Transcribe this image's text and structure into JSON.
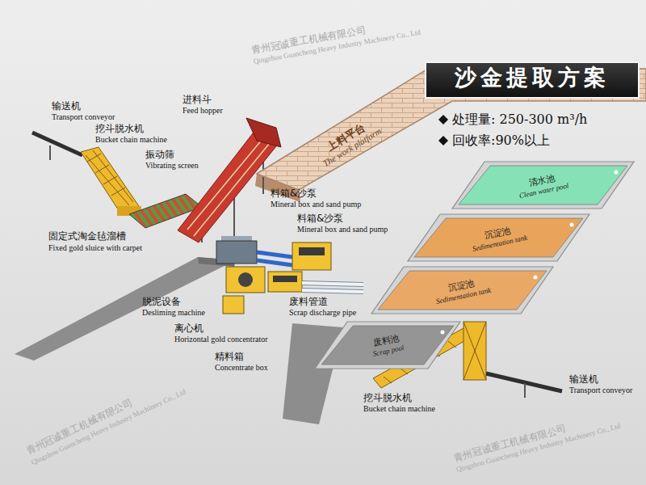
{
  "diagram": {
    "title": "沙金提取方案",
    "nodes": [
      {
        "text": [
          "上料平台",
          "The work platform"
        ]
      },
      {
        "text": [
          "清水池",
          "Clean water pool"
        ]
      },
      {
        "text": [
          "沉淀池",
          "Sedimentation tank"
        ]
      },
      {
        "text": [
          "沉淀池",
          "Sedimentation tank"
        ]
      },
      {
        "text": [
          "废料池",
          "Scrap pool"
        ]
      }
    ],
    "labels": [
      "处理量: 250-300 m³/h",
      "回收率:90%以上",
      "输送机",
      "Transport conveyor",
      "挖斗脱水机",
      "Bucket chain machine",
      "进料斗",
      "Feed hopper",
      "振动筛",
      "Vibrating screen",
      "料箱&沙泵",
      "Mineral box and sand pump",
      "料箱&沙泵",
      "Mineral box and sand pump",
      "固定式淘金毡溜槽",
      "Fixed gold sluice with carpet",
      "脱泥设备",
      "Desliming machine",
      "离心机",
      "Horizontal gold concentrator",
      "精料箱",
      "Concentrate box",
      "废料管道",
      "Scrap discharge pipe",
      "挖斗脱水机",
      "Bucket chain machine",
      "输送机",
      "Transport conveyor",
      "青州冠诚重工机械有限公司",
      "Qingzhou Guancheng Heavy Industry Machinery Co., Ltd",
      "青州冠诚重工机械有限公司",
      "Qingzhou Guancheng Heavy Industry Machinery Co., Ltd",
      "青州冠诚重工机械有限公司",
      "Qingzhou Guancheng Heavy Industry Machinery Co., Ltd"
    ]
  }
}
